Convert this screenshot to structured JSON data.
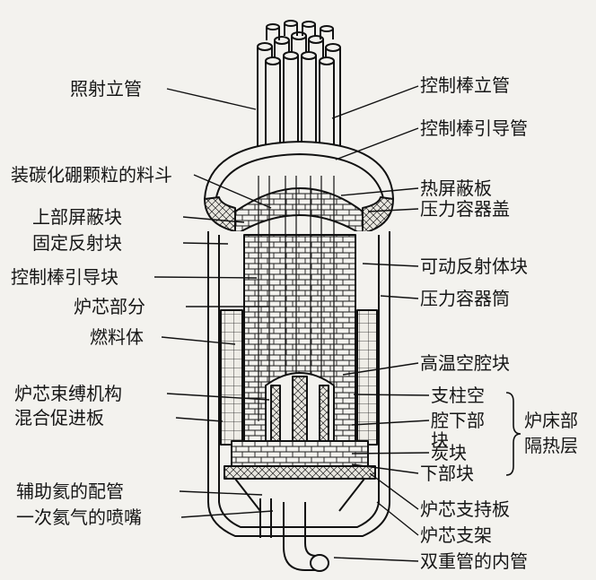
{
  "labels": {
    "irradiation_riser": "照射立管",
    "control_rod_riser": "控制棒立管",
    "control_rod_guide_tube": "控制棒引导管",
    "boron_carbide_hopper": "装碳化硼颗粒的料斗",
    "thermal_shield_plate": "热屏蔽板",
    "pressure_vessel_head": "压力容器盖",
    "upper_shield_block": "上部屏蔽块",
    "fixed_reflector_block": "固定反射块",
    "movable_reflector_block": "可动反射体块",
    "control_rod_guide_block": "控制棒引导块",
    "pressure_vessel_shell": "压力容器筒",
    "core_section": "炉芯部分",
    "fuel_element": "燃料体",
    "hot_plenum_block": "高温空腔块",
    "core_restraint_mechanism": "炉芯束缚机构",
    "support_post_lower_block_1": "支柱空",
    "support_post_lower_block_2": "腔下部",
    "support_post_lower_block_3": "块",
    "core_bed_insulation_1": "炉床部",
    "core_bed_insulation_2": "隔热层",
    "mixing_promoter_plate": "混合促进板",
    "carbon_block": "炭块",
    "lower_block": "下部块",
    "auxiliary_helium_piping": "辅助氦的配管",
    "primary_helium_nozzle": "一次氦气的喷嘴",
    "core_support_plate": "炉芯支持板",
    "core_support_frame": "炉芯支架",
    "coaxial_inner_pipe": "双重管的内管"
  },
  "colors": {
    "ink": "#161616",
    "paper": "#f3f2ee"
  }
}
